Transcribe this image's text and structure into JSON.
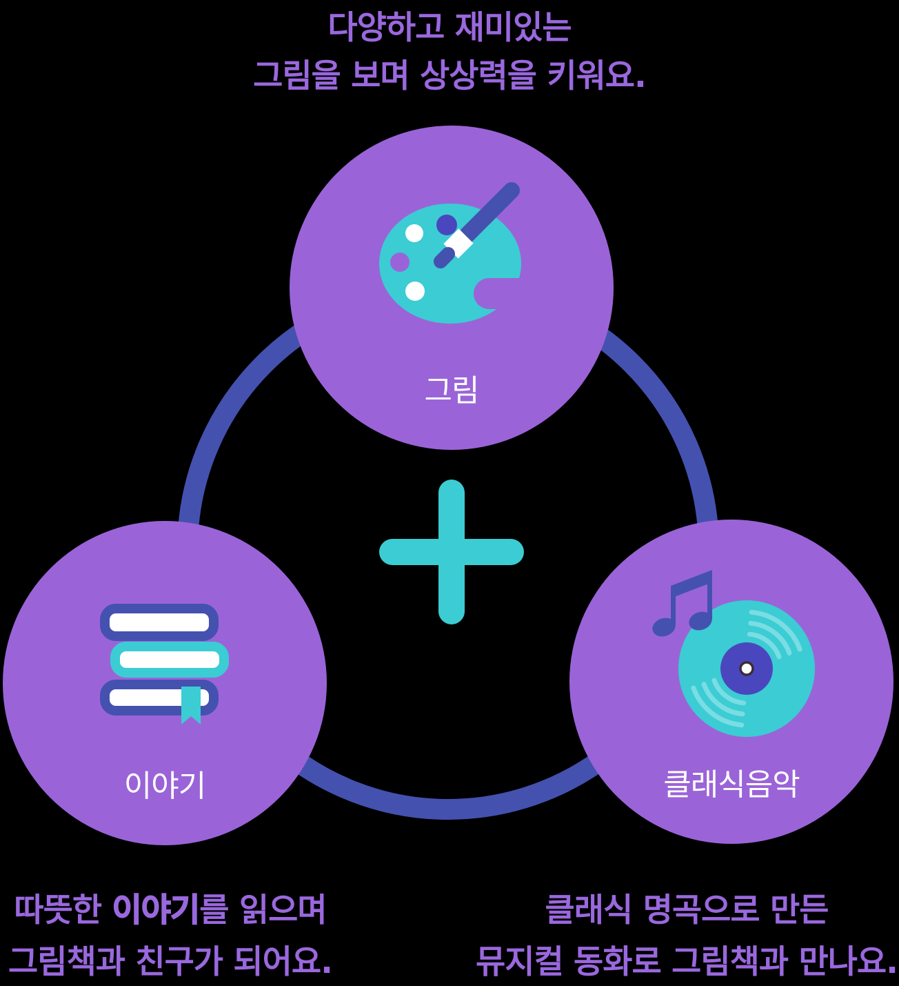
{
  "colors": {
    "background": "#000000",
    "circle_purple": "#9a64d8",
    "text_purple": "#9a68de",
    "ring_blue": "#4551af",
    "icon_blue": "#4551af",
    "record_label_blue": "#4a47be",
    "teal": "#3cccd3",
    "groove_teal": "#7adde4",
    "white": "#ffffff",
    "hole_outline": "#3c2b36"
  },
  "heading": {
    "line1": "다양하고 재미있는",
    "line2": "그림을 보며 상상력을 키워요."
  },
  "nodes": {
    "art": {
      "label": "그림",
      "icon": "palette-icon"
    },
    "story": {
      "label": "이야기",
      "icon": "books-icon"
    },
    "music": {
      "label": "클래식음악",
      "icon": "vinyl-record-icon"
    }
  },
  "center_symbol": "plus-icon",
  "captions": {
    "story": {
      "line1_prefix": "따뜻한 ",
      "line1_emphasis": "이야기",
      "line1_suffix": "를 읽으며",
      "line2": "그림책과 친구가 되어요."
    },
    "music": {
      "line1": "클래식 명곡으로 만든",
      "line2": "뮤지컬 동화로 그림책과 만나요."
    }
  }
}
